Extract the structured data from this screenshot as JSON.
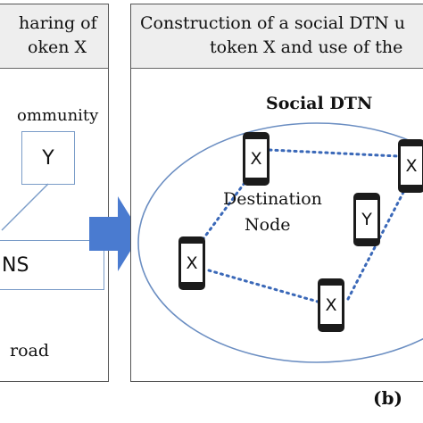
{
  "left_panel": {
    "title_line1": "haring of",
    "title_line2": "oken X",
    "community_label": "ommunity",
    "y_box_label": "Y",
    "ns_box_label": "NS",
    "road_label": "road"
  },
  "right_panel": {
    "title_line1": "Construction of a social DTN u",
    "title_line2": "token X and use of the",
    "network_title": "Social DTN",
    "destination_label_line1": "Destination",
    "destination_label_line2": "Node",
    "nodes": [
      {
        "label": "X"
      },
      {
        "label": "X"
      },
      {
        "label": "Y"
      },
      {
        "label": "X"
      },
      {
        "label": "X"
      }
    ],
    "panel_tag": "(b)"
  },
  "colors": {
    "arrow": "#4a7bd0",
    "link": "#3a68b8",
    "ellipse": "#6b8ec2",
    "header_bg": "#eeeeee"
  }
}
